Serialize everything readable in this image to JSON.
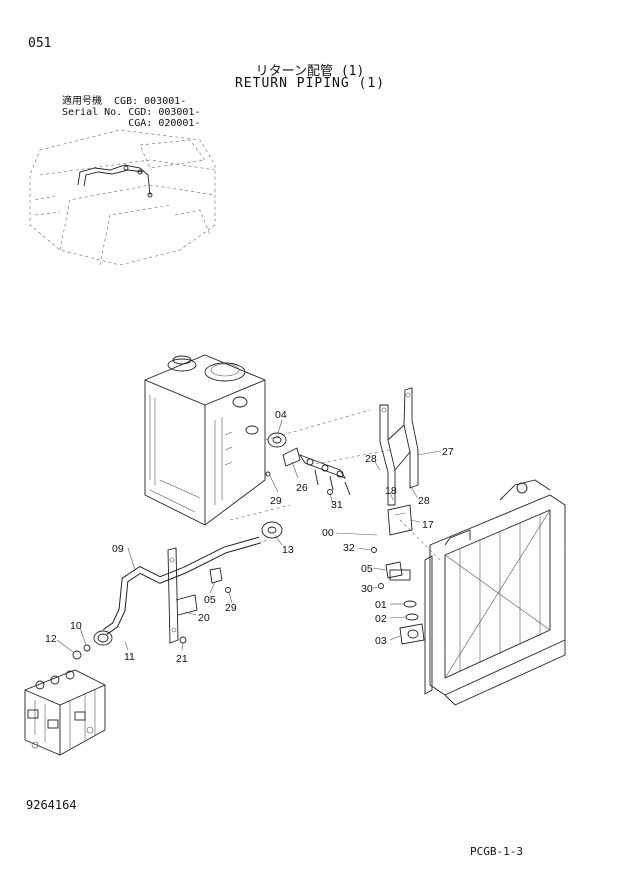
{
  "header": {
    "page_number": "051",
    "title_jp": "リターン配管 (1)",
    "title_en": "RETURN PIPING (1)"
  },
  "serial_info": {
    "lines": [
      "適用号機  CGB: 003001-",
      "Serial No. CGD: 003001-",
      "           CGA: 020001-"
    ]
  },
  "footer": {
    "document_number": "9264164",
    "reference_code": "PCGB-1-3"
  },
  "callouts": {
    "c04": "04",
    "c26": "26",
    "c29a": "29",
    "c28a": "28",
    "c27": "27",
    "c18": "18",
    "c28b": "28",
    "c31": "31",
    "c17": "17",
    "c00": "00",
    "c13": "13",
    "c09": "09",
    "c32": "32",
    "c05a": "05",
    "c30": "30",
    "c05b": "05",
    "c29b": "29",
    "c01": "01",
    "c20": "20",
    "c02": "02",
    "c10": "10",
    "c03": "03",
    "c12": "12",
    "c11": "11",
    "c21": "21"
  }
}
